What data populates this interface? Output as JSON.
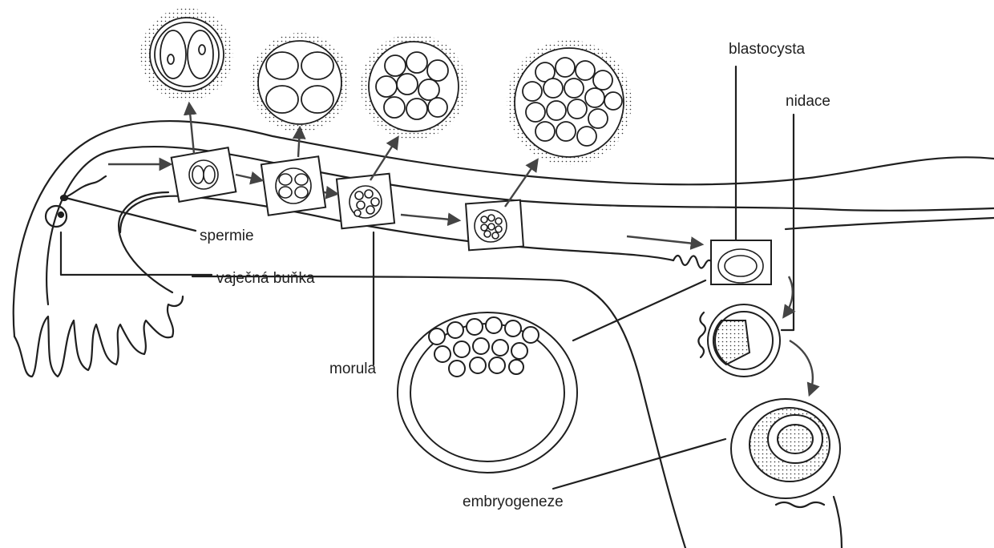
{
  "labels": {
    "spermie": "spermie",
    "vajecna_bunka": "vaječná buňka",
    "morula": "morula",
    "blastocysta": "blastocysta",
    "nidace": "nidace",
    "embryogeneze": "embryogeneze"
  },
  "colors": {
    "line": "#1f1f1f",
    "arrow": "#444444",
    "background": "#ffffff"
  }
}
